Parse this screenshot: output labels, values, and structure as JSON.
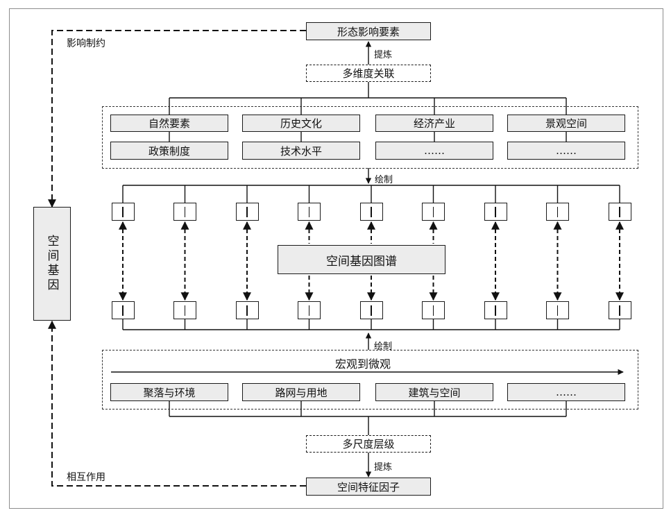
{
  "top_element": "形态影响要素",
  "refine_top": "提炼",
  "multi_dim": "多维度关联",
  "factors": [
    "自然要素",
    "历史文化",
    "经济产业",
    "景观空间",
    "政策制度",
    "技术水平",
    "……",
    "……"
  ],
  "draw_top": "绘制",
  "atlas": "空间基因图谱",
  "draw_bottom": "绘制",
  "scale_group": {
    "title": "宏观到微观",
    "items": [
      "聚落与环境",
      "路网与用地",
      "建筑与空间",
      "……"
    ]
  },
  "multi_scale": "多尺度层级",
  "refine_bottom": "提炼",
  "bottom_element": "空间特征因子",
  "spatial_gene": "空间基因",
  "influence_label": "影响制约",
  "interaction_label": "相互作用",
  "gene_count": 9
}
